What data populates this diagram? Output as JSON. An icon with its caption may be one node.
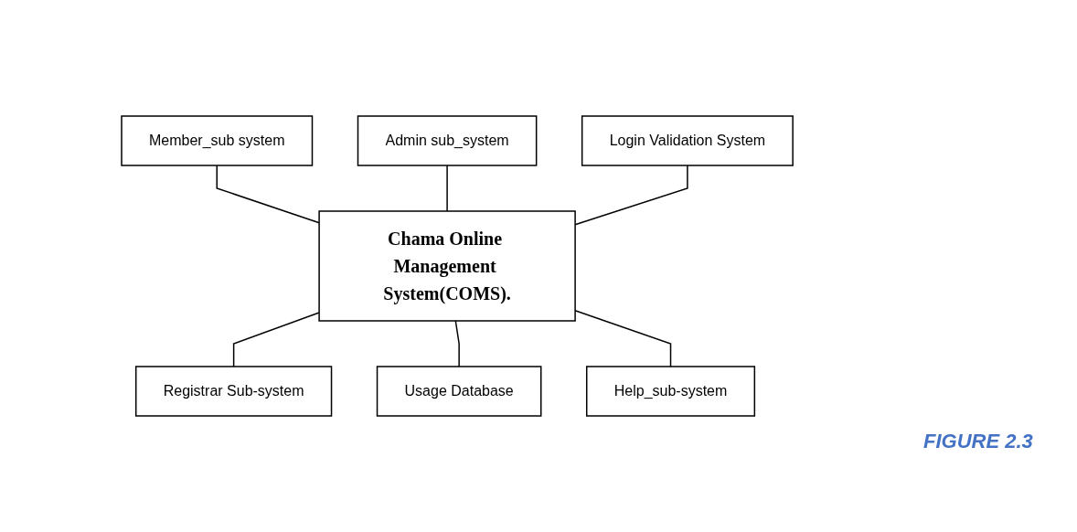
{
  "diagram": {
    "caption": "FIGURE 2.3",
    "nodes": [
      {
        "text": [
          "Member_sub system"
        ]
      },
      {
        "text": [
          "Admin sub_system"
        ]
      },
      {
        "text": [
          "Chama Online Management System(COMS)."
        ]
      },
      {
        "text": [
          "Registrar Sub-system"
        ]
      },
      {
        "text": [
          "Login Validation System"
        ]
      },
      {
        "text": [
          "Usage Database"
        ]
      },
      {
        "text": [
          "Help_sub-system"
        ]
      }
    ],
    "edges": [
      {
        "from": 0,
        "to": 2,
        "arrow": "none"
      },
      {
        "from": 1,
        "to": 2,
        "arrow": "none"
      },
      {
        "from": 2,
        "to": 3,
        "arrow": "none"
      },
      {
        "from": 4,
        "to": 2,
        "arrow": "none"
      },
      {
        "from": 2,
        "to": 5,
        "arrow": "none"
      },
      {
        "from": 2,
        "to": 6,
        "arrow": "none"
      }
    ]
  }
}
